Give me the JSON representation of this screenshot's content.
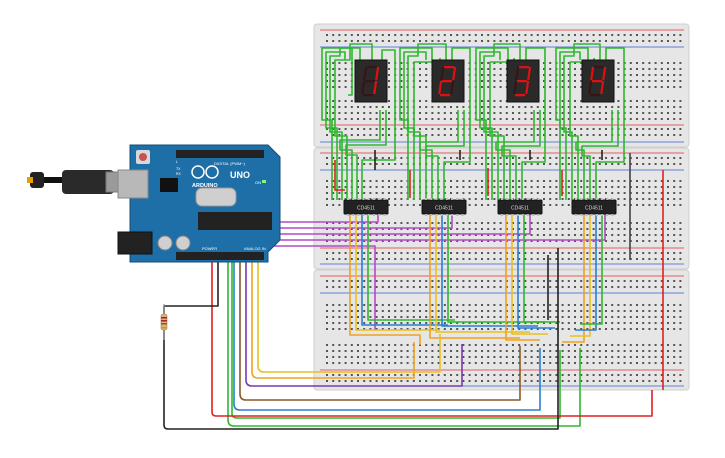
{
  "arduino": {
    "brand": "ARDUINO",
    "model": "UNO",
    "header_digital": "DIGITAL (PWM~)",
    "header_power": "POWER",
    "header_analog": "ANALOG IN",
    "on_label": "ON",
    "tx_label": "TX",
    "rx_label": "RX",
    "l_label": "L"
  },
  "decoders": [
    {
      "label": "CD4511"
    },
    {
      "label": "CD4511"
    },
    {
      "label": "CD4511"
    },
    {
      "label": "CD4511"
    }
  ],
  "displays": [
    {
      "digit": "1"
    },
    {
      "digit": "2"
    },
    {
      "digit": "3"
    },
    {
      "digit": "4"
    }
  ],
  "colors": {
    "segment_on": "#e01010",
    "segment_off": "#3a1414",
    "board_blue": "#1e6fa8",
    "wire_green": "#2eb82e",
    "wire_purple": "#b44ac8",
    "wire_red": "#e02020",
    "wire_orange": "#f0a020",
    "wire_black": "#222222",
    "wire_blue": "#2a7fd0",
    "wire_brown": "#8a5a2a",
    "wire_yellow": "#e8c020"
  }
}
